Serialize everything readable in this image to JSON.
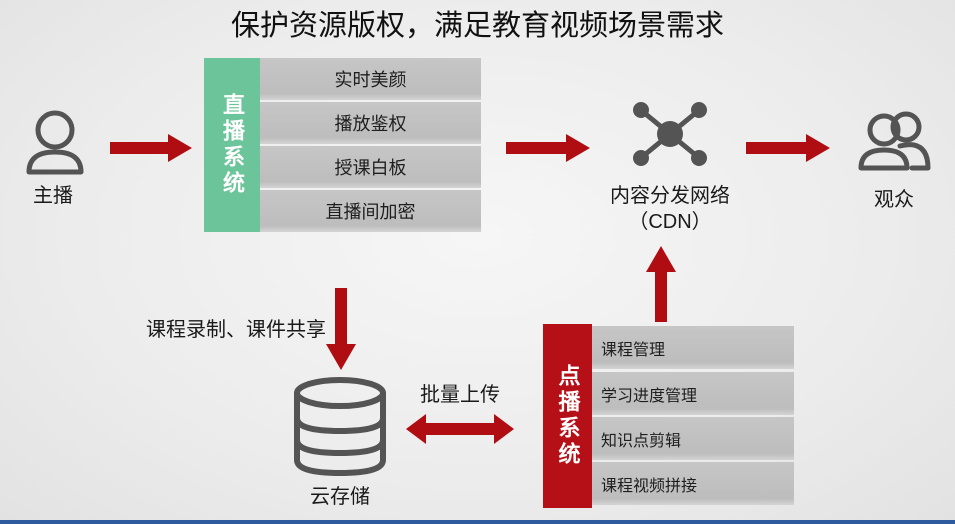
{
  "title": "保护资源版权，满足教育视频场景需求",
  "anchor": {
    "label": "主播",
    "icon": "person-icon"
  },
  "live_system": {
    "title": "直播系统",
    "items": [
      "实时美颜",
      "播放鉴权",
      "授课白板",
      "直播间加密"
    ]
  },
  "cdn": {
    "label_line1": "内容分发网络",
    "label_line2": "（CDN）",
    "icon": "network-icon"
  },
  "audience": {
    "label": "观众",
    "icon": "users-icon"
  },
  "recording_label": "课程录制、课件共享",
  "storage": {
    "label": "云存储",
    "icon": "database-icon"
  },
  "upload_label": "批量上传",
  "vod_system": {
    "title": "点播系统",
    "items": [
      "课程管理",
      "学习进度管理",
      "知识点剪辑",
      "课程视频拼接"
    ]
  },
  "colors": {
    "arrow": "#b00d12",
    "live": "#6cc49a",
    "vod": "#b51018",
    "icon": "#545454",
    "row": "#bdbdbd",
    "rule": "#2d5b9e"
  }
}
